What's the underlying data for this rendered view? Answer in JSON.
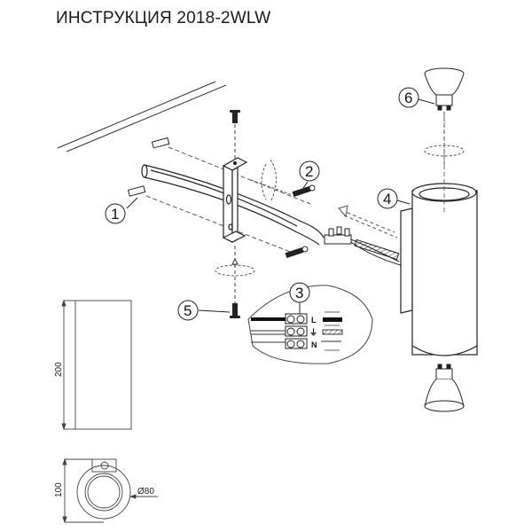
{
  "title": "ИНСТРУКЦИЯ 2018-2WLW",
  "callouts": [
    {
      "id": "1",
      "label": "1",
      "part": "wall-plug"
    },
    {
      "id": "2",
      "label": "2",
      "part": "screw"
    },
    {
      "id": "3",
      "label": "3",
      "part": "terminal-block"
    },
    {
      "id": "4",
      "label": "4",
      "part": "lamp-body"
    },
    {
      "id": "5",
      "label": "5",
      "part": "bracket-screw"
    },
    {
      "id": "6",
      "label": "6",
      "part": "gu10-bulb"
    }
  ],
  "terminals": [
    {
      "label": "L",
      "wire": "live"
    },
    {
      "label": "⏚",
      "wire": "earth"
    },
    {
      "label": "N",
      "wire": "neutral"
    }
  ],
  "dimensions": {
    "height": "200",
    "depth": "100",
    "diameter": "Ø80"
  },
  "colors": {
    "line": "#222222",
    "background": "#ffffff"
  }
}
